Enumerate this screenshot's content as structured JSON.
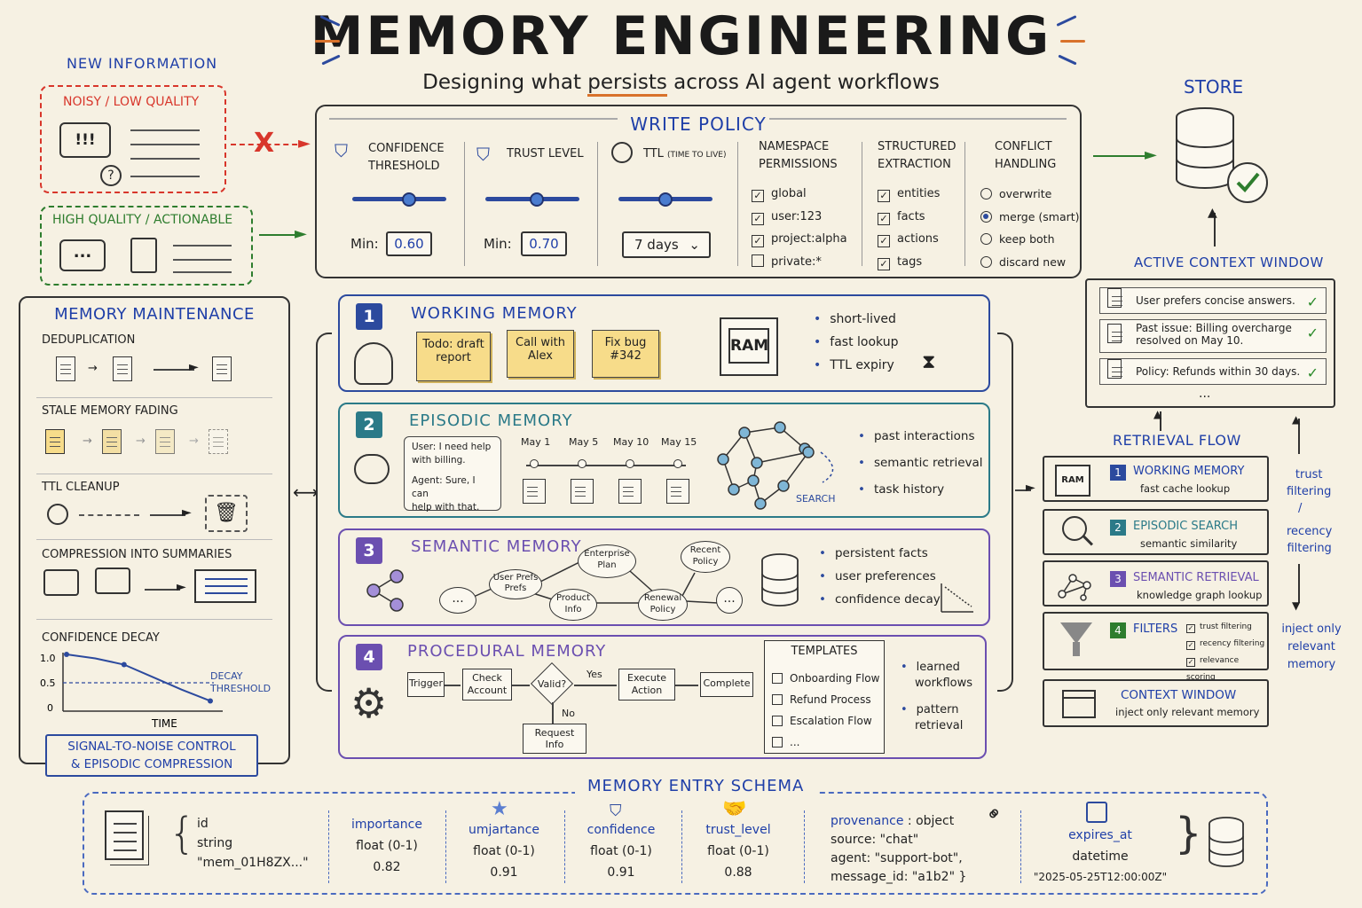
{
  "header": {
    "title": "MEMORY ENGINEERING",
    "subtitle_pre": "Designing what ",
    "subtitle_em": "persists",
    "subtitle_post": " across AI agent workflows"
  },
  "new_info": {
    "label": "NEW INFORMATION",
    "noisy_label": "NOISY / LOW QUALITY",
    "noisy_text": "!!!",
    "noisy_q": "?",
    "reject_mark": "X",
    "quality_label": "HIGH QUALITY / ACTIONABLE",
    "quality_text": "..."
  },
  "write_policy": {
    "title": "WRITE POLICY",
    "confidence": {
      "label1": "CONFIDENCE",
      "label2": "THRESHOLD",
      "min_label": "Min:",
      "value": "0.60",
      "slider": 0.6
    },
    "trust": {
      "label": "TRUST LEVEL",
      "min_label": "Min:",
      "value": "0.70",
      "slider": 0.55
    },
    "ttl": {
      "label": "TTL",
      "label_small": "(TIME TO LIVE)",
      "value": "7 days",
      "slider": 0.5
    },
    "namespace": {
      "label1": "NAMESPACE",
      "label2": "PERMISSIONS",
      "items": [
        {
          "label": "global",
          "checked": true
        },
        {
          "label": "user:123",
          "checked": true
        },
        {
          "label": "project:alpha",
          "checked": true
        },
        {
          "label": "private:*",
          "checked": false
        }
      ]
    },
    "structured": {
      "label1": "STRUCTURED",
      "label2": "EXTRACTION",
      "items": [
        {
          "label": "entities",
          "checked": true
        },
        {
          "label": "facts",
          "checked": true
        },
        {
          "label": "actions",
          "checked": true
        },
        {
          "label": "tags",
          "checked": true
        }
      ]
    },
    "conflict": {
      "label1": "CONFLICT",
      "label2": "HANDLING",
      "items": [
        {
          "label": "overwrite",
          "selected": false
        },
        {
          "label": "merge (smart)",
          "selected": true
        },
        {
          "label": "keep both",
          "selected": false
        },
        {
          "label": "discard new",
          "selected": false
        }
      ]
    }
  },
  "store": {
    "label": "STORE"
  },
  "active_context": {
    "label": "ACTIVE CONTEXT WINDOW",
    "items": [
      {
        "line1": "User prefers concise answers.",
        "line2": ""
      },
      {
        "line1": "Past issue: Billing overcharge",
        "line2": "resolved on May 10."
      },
      {
        "line1": "Policy: Refunds within 30 days.",
        "line2": ""
      }
    ],
    "more": "..."
  },
  "maintenance": {
    "title": "MEMORY MAINTENANCE",
    "dedup": "DEDUPLICATION",
    "stale": "STALE MEMORY FADING",
    "ttl": "TTL CLEANUP",
    "compress": "COMPRESSION INTO SUMMARIES",
    "decay": "CONFIDENCE DECAY",
    "decay_y": [
      "1.0",
      "0.5",
      "0"
    ],
    "decay_points": [
      1.0,
      0.93,
      0.82,
      0.6,
      0.38,
      0.18
    ],
    "decay_threshold_value": 0.5,
    "decay_threshold_label1": "DECAY",
    "decay_threshold_label2": "THRESHOLD",
    "decay_xlabel": "TIME",
    "footer1": "SIGNAL-TO-NOISE CONTROL",
    "footer2": "& EPISODIC COMPRESSION"
  },
  "working": {
    "num": "1",
    "title": "WORKING MEMORY",
    "stickies": [
      {
        "l1": "Todo: draft",
        "l2": "report"
      },
      {
        "l1": "Call with",
        "l2": "Alex"
      },
      {
        "l1": "Fix bug",
        "l2": "#342"
      }
    ],
    "chip": "RAM",
    "bullets": [
      "short-lived",
      "fast lookup",
      "TTL expiry"
    ]
  },
  "episodic": {
    "num": "2",
    "title": "EPISODIC MEMORY",
    "chat": [
      "User: I need help",
      "with billing.",
      "Agent: Sure, I can",
      "help with that."
    ],
    "dates": [
      "May 1",
      "May 5",
      "May 10",
      "May 15"
    ],
    "search": "SEARCH",
    "bullets": [
      "past interactions",
      "semantic retrieval",
      "task history"
    ]
  },
  "semantic": {
    "num": "3",
    "title": "SEMANTIC MEMORY",
    "nodes": [
      {
        "l1": "...",
        "l2": ""
      },
      {
        "l1": "User Prefs",
        "l2": "Prefs"
      },
      {
        "l1": "Enterprise",
        "l2": "Plan"
      },
      {
        "l1": "Product",
        "l2": "Info"
      },
      {
        "l1": "Renewal",
        "l2": "Policy"
      },
      {
        "l1": "Recent",
        "l2": "Policy"
      },
      {
        "l1": "...",
        "l2": ""
      }
    ],
    "bullets": [
      "persistent facts",
      "user preferences",
      "confidence decay"
    ]
  },
  "procedural": {
    "num": "4",
    "title": "PROCEDURAL MEMORY",
    "flow": {
      "trigger": "Trigger",
      "check1": "Check",
      "check2": "Account",
      "valid": "Valid?",
      "yes": "Yes",
      "no": "No",
      "exec1": "Execute",
      "exec2": "Action",
      "complete": "Complete",
      "req1": "Request",
      "req2": "Info"
    },
    "templates_title": "TEMPLATES",
    "templates": [
      "Onboarding Flow",
      "Refund Process",
      "Escalation Flow",
      "..."
    ],
    "bullets": [
      {
        "l1": "learned",
        "l2": "workflows"
      },
      {
        "l1": "pattern",
        "l2": "retrieval"
      }
    ]
  },
  "retrieval": {
    "title": "RETRIEVAL FLOW",
    "steps": [
      {
        "num": "1",
        "name": "WORKING MEMORY",
        "desc": "fast cache lookup"
      },
      {
        "num": "2",
        "name": "EPISODIC SEARCH",
        "desc": "semantic similarity"
      },
      {
        "num": "3",
        "name": "SEMANTIC RETRIEVAL",
        "desc": "knowledge graph lookup"
      },
      {
        "num": "4",
        "name": "FILTERS",
        "desc": ""
      }
    ],
    "filters": [
      "trust filtering",
      "recency filtering",
      "relevance scoring"
    ],
    "context": {
      "name": "CONTEXT WINDOW",
      "desc": "inject only relevant memory"
    },
    "side1": [
      "trust",
      "filtering"
    ],
    "side_slash": "/",
    "side2": [
      "recency",
      "filtering"
    ],
    "side3": [
      "inject only",
      "relevant",
      "memory"
    ],
    "chip": "RAM"
  },
  "schema": {
    "title": "MEMORY ENTRY SCHEMA",
    "id": {
      "k": "id",
      "t": "string",
      "v": "\"mem_01H8ZX...\""
    },
    "importance": {
      "k": "importance",
      "t": "float (0-1)",
      "v": "0.82"
    },
    "umjartance": {
      "k": "umjartance",
      "t": "float (0-1)",
      "v": "0.91"
    },
    "confidence": {
      "k": "confidence",
      "t": "float (0-1)",
      "v": "0.91"
    },
    "trust_level": {
      "k": "trust_level",
      "t": "float (0-1)",
      "v": "0.88"
    },
    "provenance": {
      "k": "provenance",
      "sep": ":",
      "type": "object",
      "l1": "source: \"chat\"",
      "l2": "agent: \"support-bot\",",
      "l3": "message_id: \"a1b2\" }"
    },
    "expires": {
      "k": "expires_at",
      "t": "datetime",
      "v": "\"2025-05-25T12:00:00Z\""
    }
  },
  "colors": {
    "accent": "#1f3fa8",
    "orange": "#d9722b",
    "red": "#d8362b",
    "green": "#2e7d2e",
    "purple": "#6b4fb0",
    "teal": "#2b7a88",
    "sticky": "#f7dc8a"
  }
}
